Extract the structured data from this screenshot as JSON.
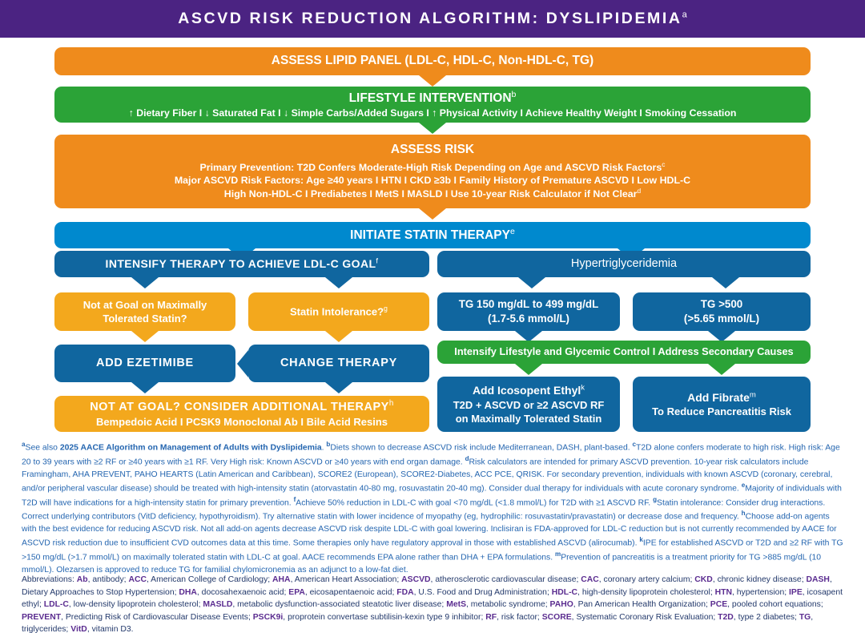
{
  "header": {
    "title": "ASCVD RISK REDUCTION ALGORITHM: DYSLIPIDEMIA",
    "title_superscript": "a",
    "bar_color": "#4b2382"
  },
  "colors": {
    "orange": "#ef8b1c",
    "green": "#2ba337",
    "blue": "#0089ce",
    "dark_blue": "#10669f",
    "amber": "#f3a81d",
    "purple": "#4b2382",
    "footnote_blue": "#2566b0",
    "abbrev_purple": "#5b2d90"
  },
  "flow": {
    "assess_lipid_panel": {
      "title": "ASSESS LIPID PANEL (LDL-C, HDL-C, Non-HDL-C, TG)"
    },
    "lifestyle_intervention": {
      "title": "LIFESTYLE INTERVENTION",
      "superscript": "b",
      "detail": "↑ Dietary Fiber  I  ↓ Saturated Fat  I  ↓ Simple Carbs/Added Sugars  I  ↑ Physical Activity  I  Achieve Healthy Weight  I  Smoking Cessation"
    },
    "assess_risk": {
      "title": "ASSESS RISK",
      "line1": "Primary Prevention: T2D Confers Moderate-High Risk Depending on Age and ASCVD Risk Factors",
      "line1_superscript": "c",
      "line2": "Major ASCVD Risk Factors:  Age ≥40 years  I  HTN  I  CKD ≥3b  I  Family History of Premature ASCVD  I  Low HDL-C",
      "line3": "High Non-HDL-C  I  Prediabetes  I  MetS  I  MASLD  I  Use 10-year Risk Calculator if Not Clear",
      "line3_superscript": "d"
    },
    "initiate_statin": {
      "title": "INITIATE STATIN THERAPY",
      "superscript": "e"
    },
    "intensify_therapy": {
      "title": "INTENSIFY THERAPY TO ACHIEVE LDL-C GOAL",
      "superscript": "f"
    },
    "hypertriglyceridemia": {
      "title": "Hypertriglyceridemia"
    },
    "not_at_goal_statin": {
      "line1": "Not at Goal on Maximally",
      "line2": "Tolerated Statin?"
    },
    "statin_intolerance": {
      "title": "Statin Intolerance?",
      "superscript": "g"
    },
    "tg_150_499": {
      "line1": "TG 150 mg/dL to 499 mg/dL",
      "line2": "(1.7-5.6 mmol/L)"
    },
    "tg_over_500": {
      "line1": "TG >500",
      "line2": "(>5.65 mmol/L)"
    },
    "add_ezetimibe": {
      "title": "ADD EZETIMIBE"
    },
    "change_therapy": {
      "title": "CHANGE THERAPY"
    },
    "intensify_lifestyle": {
      "title": "Intensify Lifestyle and Glycemic Control   I   Address Secondary Causes"
    },
    "not_at_goal_additional": {
      "title": "NOT AT GOAL? CONSIDER ADDITIONAL THERAPY",
      "superscript": "h",
      "detail": "Bempedoic Acid  I  PCSK9 Monoclonal Ab  I  Bile Acid Resins"
    },
    "add_icosapent": {
      "title": "Add Icosopent Ethyl",
      "superscript": "k",
      "line2": "T2D + ASCVD or ≥2 ASCVD RF",
      "line3": "on Maximally Tolerated Statin"
    },
    "add_fibrate": {
      "title": "Add Fibrate",
      "superscript": "m",
      "line2": "To Reduce Pancreatitis Risk"
    }
  },
  "footnotes_html": "<sup>a</sup>See also <b>2025 AACE Algorithm on Management of Adults with Dyslipidemia</b>. <sup>b</sup>Diets shown to decrease ASCVD risk include Mediterranean, DASH, plant-based. <sup>c</sup>T2D alone confers moderate to high risk. High risk: Age 20 to 39 years with ≥2 RF or ≥40 years with ≥1 RF. Very High risk: Known ASCVD or ≥40 years with end organ damage. <sup>d</sup>Risk calculators are intended for primary ASCVD prevention. 10-year risk calculators include Framingham, AHA PREVENT, PAHO HEARTS (Latin American and Caribbean), SCORE2 (European), SCORE2-Diabetes, ACC PCE, QRISK. For secondary prevention, individuals with known ASCVD (coronary, cerebral, and/or peripheral vascular disease) should be treated with high-intensity statin (atorvastatin 40-80 mg, rosuvastatin 20-40 mg). Consider dual therapy for individuals with acute coronary syndrome. <sup>e</sup>Majority of individuals with T2D will have indications for a high-intensity statin for primary prevention. <sup>f</sup>Achieve 50% reduction in LDL-C with goal &lt;70 mg/dL (&lt;1.8 mmol/L) for T2D with ≥1 ASCVD RF. <sup>g</sup>Statin intolerance: Consider drug interactions. Correct underlying contributors (VitD deficiency, hypothyroidism). Try alternative statin with lower incidence of myopathy (eg, hydrophilic: rosuvastatin/pravastatin) or decrease dose and frequency. <sup>h</sup>Choose add-on agents with the best evidence for reducing ASCVD risk. Not all add-on agents decrease ASCVD risk despite LDL-C with goal lowering. Inclisiran is FDA-approved for LDL-C reduction but is not currently recommended by AACE for ASCVD risk reduction due to insufficient CVD outcomes data at this time.  Some therapies only have regulatory approval in those with established ASCVD (alirocumab). <sup>k</sup>IPE for established ASCVD or T2D and ≥2 RF with TG &gt;150 mg/dL (&gt;1.7 mmol/L) on maximally tolerated statin with LDL-C at goal. AACE recommends EPA alone rather than DHA + EPA formulations.  <sup>m</sup>Prevention of pancreatitis is a treatment priority for TG &gt;885 mg/dL (10 mmol/L). Olezarsen is approved to reduce TG for familial chylomicronemia as an adjunct to a low-fat diet.",
  "abbreviations_html": "Abbreviations: <b>Ab</b>, antibody; <b>ACC</b>, American College of Cardiology; <b>AHA</b>, American Heart Association; <b>ASCVD</b>, atherosclerotic cardiovascular disease; <b>CAC</b>, coronary artery calcium; <b>CKD</b>, chronic kidney disease; <b>DASH</b>, Dietary Approaches to Stop Hypertension; <b>DHA</b>, docosahexaenoic acid; <b>EPA</b>, eicosapentaenoic acid; <b>FDA</b>, U.S. Food and Drug Administration; <b>HDL-C</b>, high-density lipoprotein cholesterol; <b>HTN</b>, hypertension; <b>IPE</b>, icosapent ethyl; <b>LDL-C</b>, low-density lipoprotein cholesterol; <b>MASLD</b>, metabolic dysfunction-associated steatotic liver disease; <b>MetS</b>, metabolic syndrome; <b>PAHO</b>, Pan American Health Organization; <b>PCE</b>, pooled cohort equations; <b>PREVENT</b>, Predicting Risk of Cardiovascular Disease Events; <b>PSCK9i</b>, proprotein convertase subtilisin-kexin type 9 inhibitor; <b>RF</b>, risk factor; <b>SCORE</b>, Systematic Coronary Risk Evaluation; <b>T2D</b>, type 2 diabetes; <b>TG</b>, triglycerides; <b>VitD</b>, vitamin D3."
}
